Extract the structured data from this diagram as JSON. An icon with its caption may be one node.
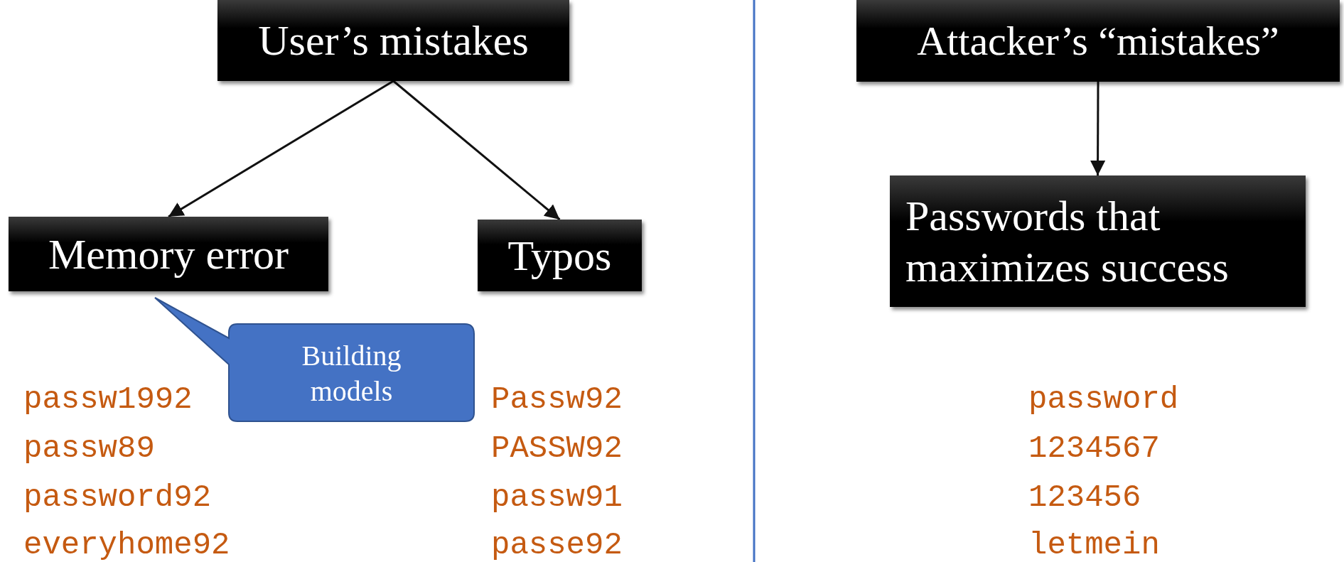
{
  "diagram": {
    "nodes": [
      {
        "text": [
          "User’s mistakes"
        ]
      },
      {
        "text": [
          "Memory error"
        ]
      },
      {
        "text": [
          "Typos"
        ]
      },
      {
        "text": [
          "Building models"
        ]
      },
      {
        "text": [
          "Attacker’s “mistakes”"
        ]
      },
      {
        "text": [
          "Passwords that maximizes success"
        ]
      }
    ],
    "edges": [
      {
        "from": 0,
        "to": 1,
        "arrow": "to"
      },
      {
        "from": 0,
        "to": 2,
        "arrow": "to"
      },
      {
        "from": 4,
        "to": 5,
        "arrow": "to"
      }
    ],
    "labels": [
      "passw1992",
      "Passw92",
      "password",
      "passw89",
      "PASSW92",
      "1234567",
      "password92",
      "passw91",
      "123456",
      "everyhome92",
      "passe92",
      "letmein"
    ]
  }
}
